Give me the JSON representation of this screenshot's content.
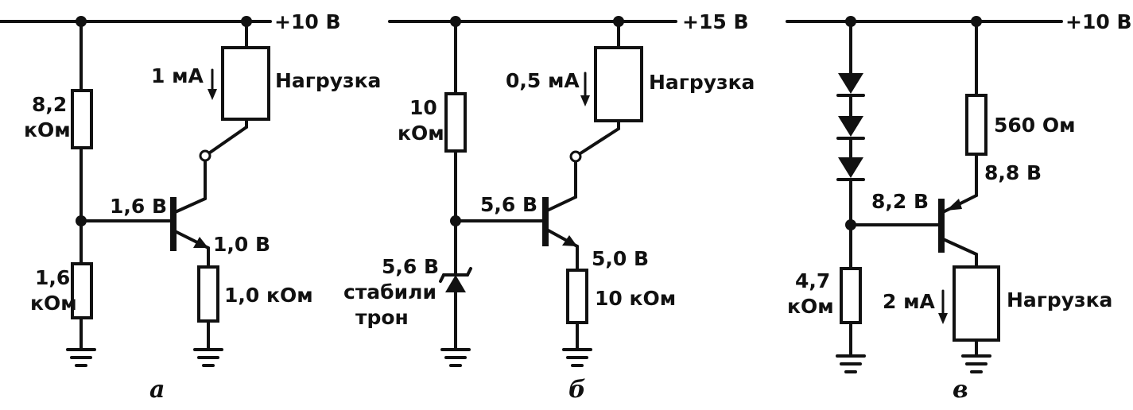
{
  "circuit_a": {
    "supply": "+10 В",
    "r_top_value": "8,2",
    "r_top_unit": "кОм",
    "r_bottom_value": "1,6",
    "r_bottom_unit": "кОм",
    "base_voltage": "1,6 В",
    "emitter_voltage": "1,0 В",
    "r_emitter": "1,0 кОм",
    "load_current": "1 мА",
    "load_label": "Нагрузка",
    "caption": "а"
  },
  "circuit_b": {
    "supply": "+15 В",
    "r_top_value": "10",
    "r_top_unit": "кОм",
    "base_voltage": "5,6 В",
    "zener_voltage": "5,6 В",
    "zener_label_1": "стабили",
    "zener_label_2": "трон",
    "emitter_voltage": "5,0 В",
    "r_emitter": "10 кОм",
    "load_current": "0,5 мА",
    "load_label": "Нагрузка",
    "caption": "б"
  },
  "circuit_c": {
    "supply": "+10 В",
    "r_emitter": "560 Ом",
    "emitter_voltage": "8,8 В",
    "base_voltage": "8,2 В",
    "r_bottom_value": "4,7",
    "r_bottom_unit": "кОм",
    "load_current": "2 мА",
    "load_label": "Нагрузка",
    "caption": "в"
  }
}
